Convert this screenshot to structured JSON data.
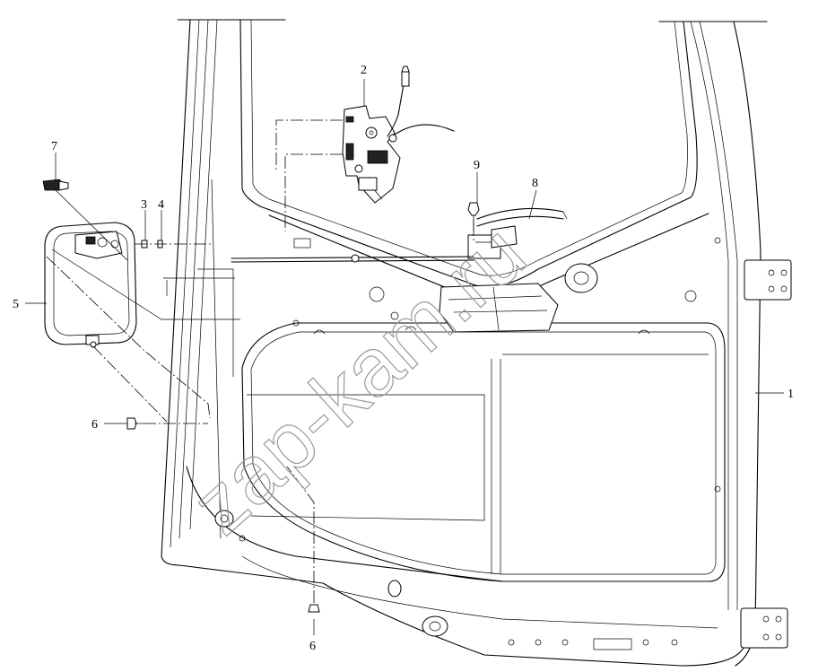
{
  "watermark": {
    "text": "zap-kam.ru"
  },
  "callouts": {
    "c1": "1",
    "c2": "2",
    "c3": "3",
    "c4": "4",
    "c5": "5",
    "c6a": "6",
    "c6b": "6",
    "c7": "7",
    "c8": "8",
    "c9": "9"
  }
}
